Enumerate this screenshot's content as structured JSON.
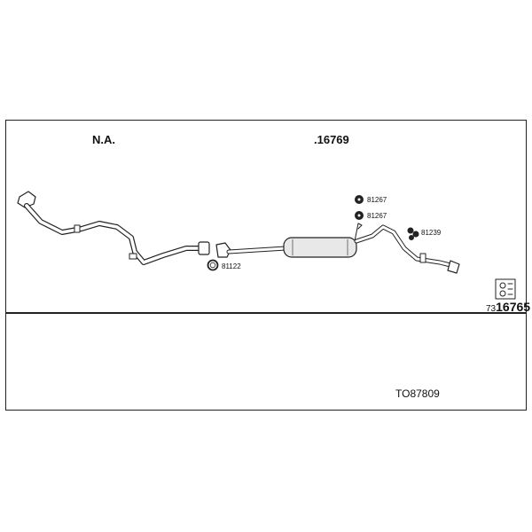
{
  "header": {
    "label_left": "N.A.",
    "label_center": ".16769"
  },
  "parts": {
    "gasket_81122": "81122",
    "mount_81267_a": "81267",
    "mount_81267_b": "81267",
    "hanger_81239": "81239"
  },
  "reference": {
    "prefix": "73",
    "number": "16765"
  },
  "footer": {
    "code": "TO87809"
  },
  "colors": {
    "line": "#222222",
    "fill": "#ffffff",
    "muffler_fill": "#e8e8e8"
  }
}
